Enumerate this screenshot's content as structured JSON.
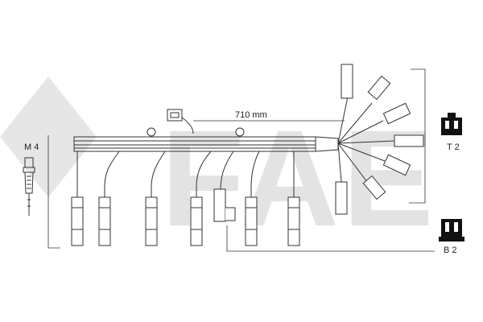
{
  "watermark": {
    "text": "FAE"
  },
  "labels": {
    "spark_plug_type": "M 4",
    "lead_length": "710 mm",
    "coil_connector_top": "T 2",
    "coil_connector_bottom": "B 2"
  },
  "colors": {
    "line": "#333333",
    "watermark": "#e3e3e3",
    "background": "#ffffff"
  }
}
